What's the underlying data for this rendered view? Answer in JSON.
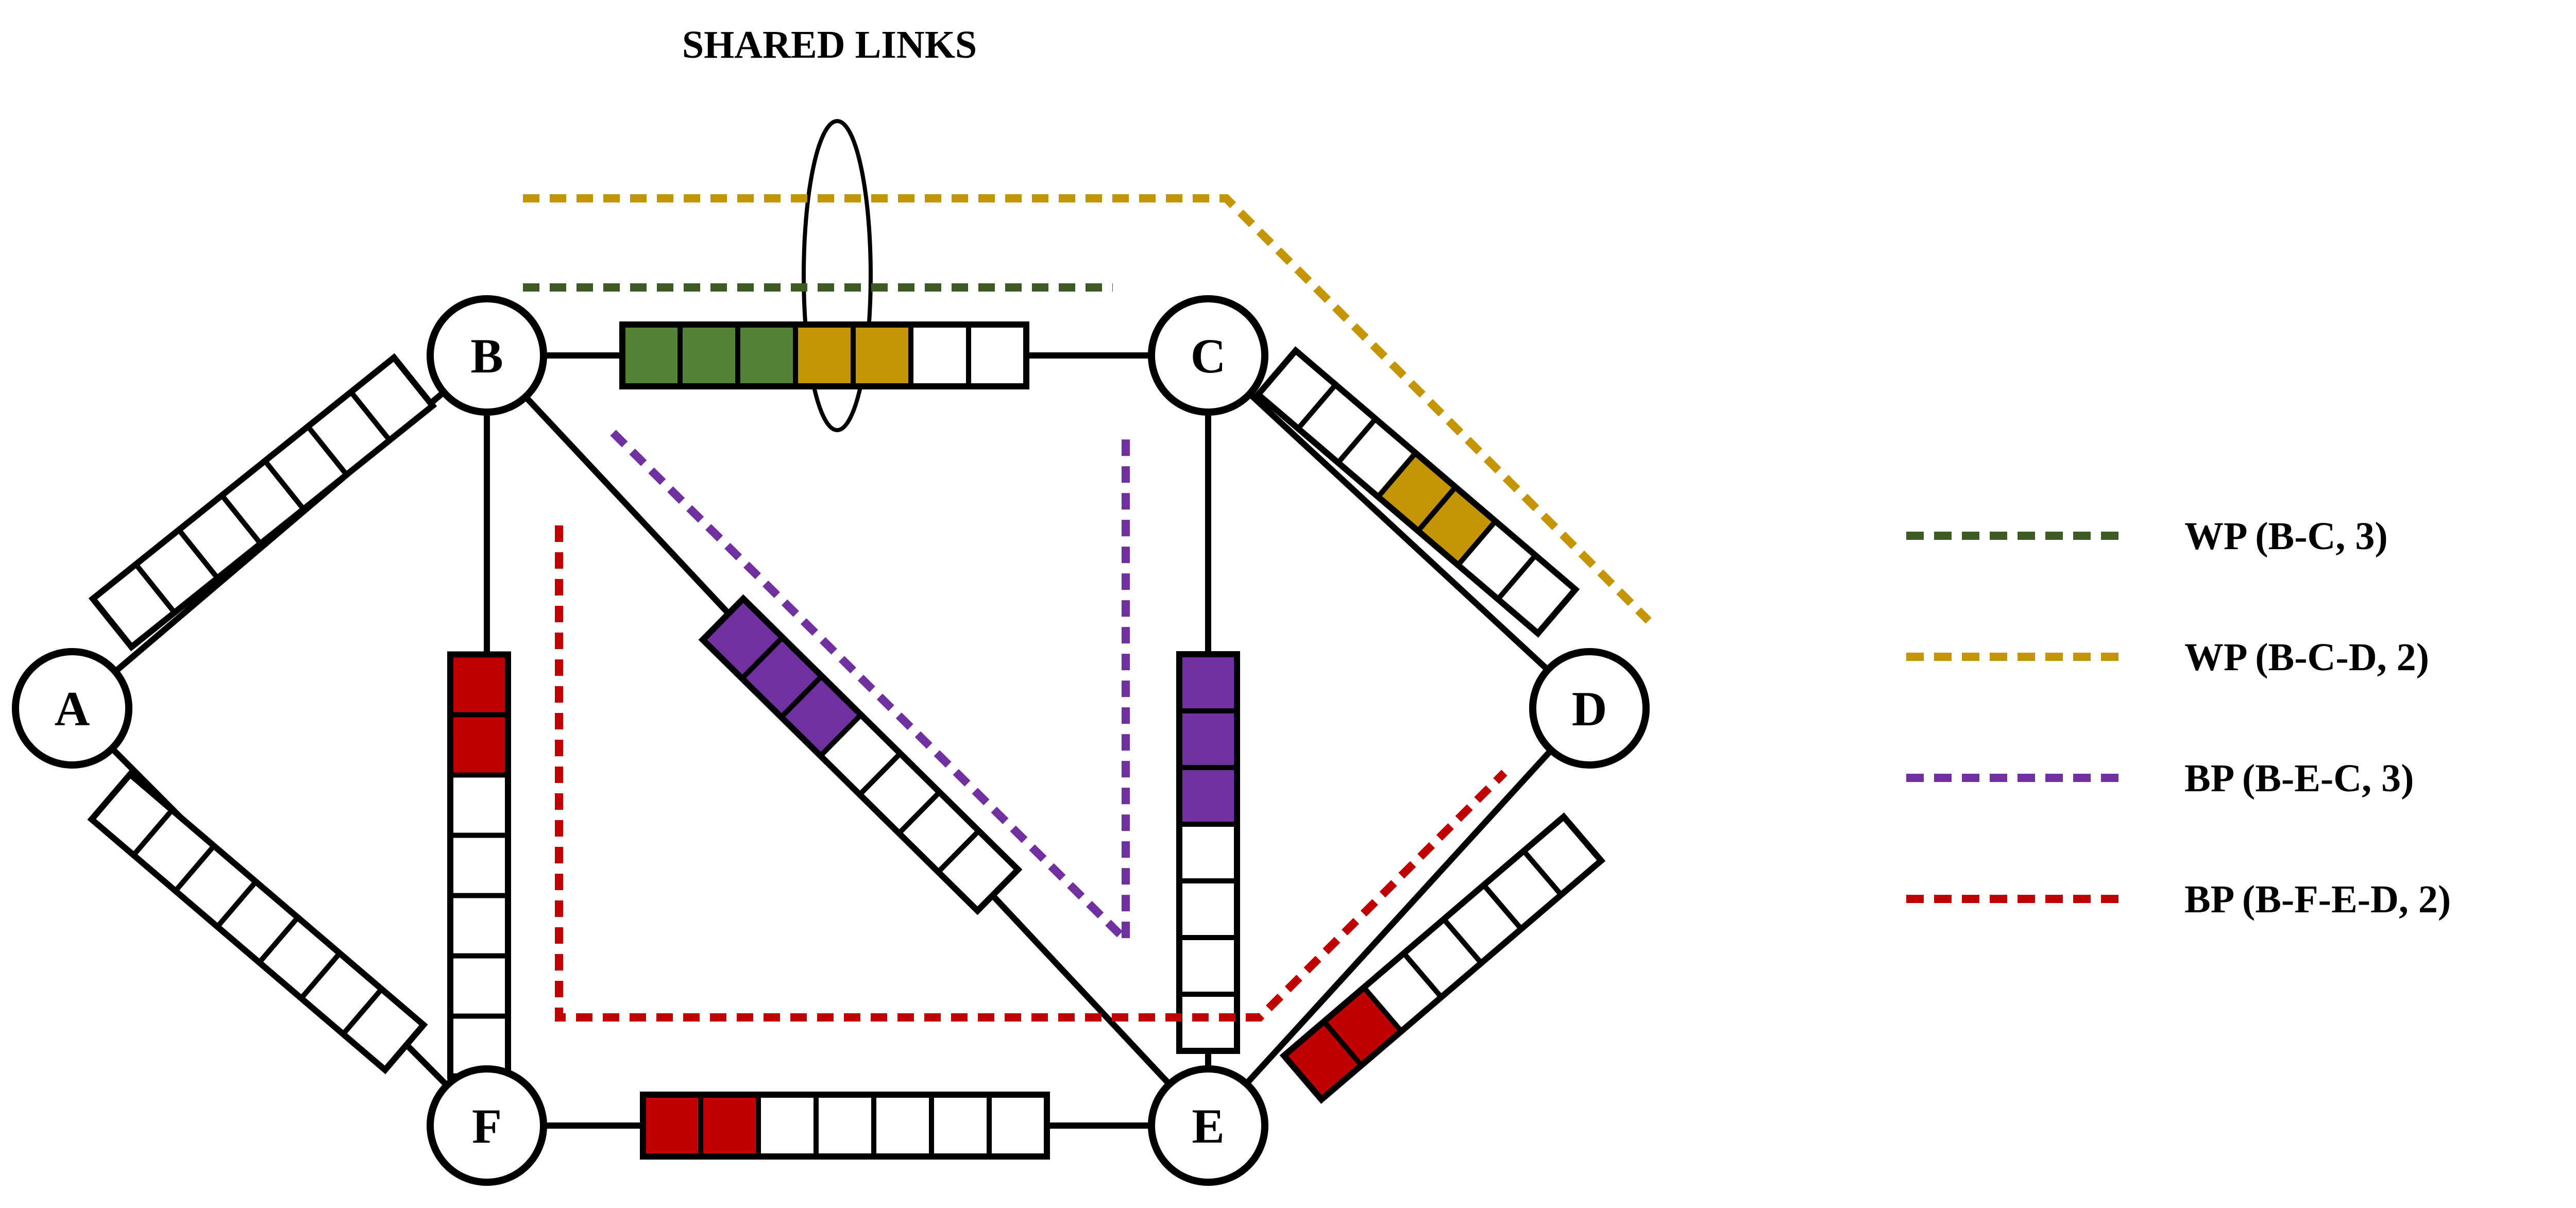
{
  "title": "SHARED LINKS",
  "colors": {
    "green": "#538135",
    "gold": "#C49402",
    "purple": "#7030A0",
    "red": "#C00000",
    "empty": "#FFFFFF",
    "line": "#000000",
    "wp_green_line": "#3E5A24",
    "wp_gold_line": "#C49402",
    "bp_purple_line": "#7030A0",
    "bp_red_line": "#C00000"
  },
  "nodes": [
    {
      "id": "A",
      "label": "A"
    },
    {
      "id": "B",
      "label": "B"
    },
    {
      "id": "C",
      "label": "C"
    },
    {
      "id": "D",
      "label": "D"
    },
    {
      "id": "E",
      "label": "E"
    },
    {
      "id": "F",
      "label": "F"
    }
  ],
  "links": [
    {
      "from": "A",
      "to": "B",
      "slots": [
        "empty",
        "empty",
        "empty",
        "empty",
        "empty",
        "empty",
        "empty"
      ]
    },
    {
      "from": "B",
      "to": "C",
      "slots": [
        "green",
        "green",
        "green",
        "gold",
        "gold",
        "empty",
        "empty"
      ]
    },
    {
      "from": "C",
      "to": "D",
      "slots": [
        "empty",
        "empty",
        "empty",
        "gold",
        "gold",
        "empty",
        "empty"
      ]
    },
    {
      "from": "B",
      "to": "F",
      "slots": [
        "red",
        "red",
        "empty",
        "empty",
        "empty",
        "empty",
        "empty"
      ]
    },
    {
      "from": "B",
      "to": "E",
      "slots": [
        "purple",
        "purple",
        "purple",
        "empty",
        "empty",
        "empty",
        "empty"
      ]
    },
    {
      "from": "C",
      "to": "E",
      "slots": [
        "purple",
        "purple",
        "purple",
        "empty",
        "empty",
        "empty",
        "empty"
      ]
    },
    {
      "from": "A",
      "to": "F",
      "slots": [
        "empty",
        "empty",
        "empty",
        "empty",
        "empty",
        "empty",
        "empty"
      ]
    },
    {
      "from": "F",
      "to": "E",
      "slots": [
        "red",
        "red",
        "empty",
        "empty",
        "empty",
        "empty",
        "empty"
      ]
    },
    {
      "from": "E",
      "to": "D",
      "slots": [
        "red",
        "red",
        "empty",
        "empty",
        "empty",
        "empty",
        "empty"
      ]
    }
  ],
  "legend": [
    {
      "label": "WP (B-C, 3)",
      "color": "#3E5A24"
    },
    {
      "label": "WP (B-C-D, 2)",
      "color": "#C49402"
    },
    {
      "label": "BP (B-E-C, 3)",
      "color": "#7030A0"
    },
    {
      "label": "BP (B-F-E-D, 2)",
      "color": "#C00000"
    }
  ]
}
